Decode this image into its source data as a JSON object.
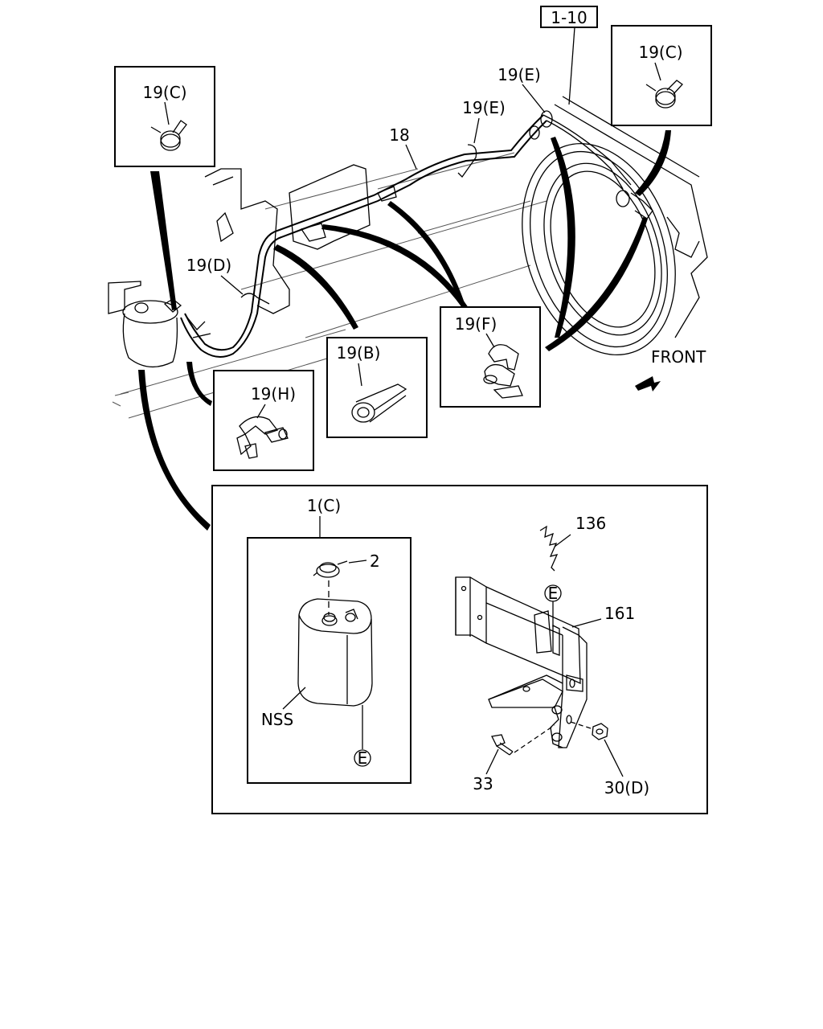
{
  "reference_box": "1-10",
  "front_label": "FRONT",
  "callouts": {
    "clip_c_left": "19(C)",
    "clip_c_right": "19(C)",
    "clip_e_upper": "19(E)",
    "clip_e_lower": "19(E)",
    "hose": "18",
    "clip_d": "19(D)",
    "clip_f": "19(F)",
    "clip_b": "19(B)",
    "clip_h": "19(H)",
    "tank": "1(C)",
    "cap": "2",
    "harness": "136",
    "bracket": "161",
    "nss": "NSS",
    "bolt": "33",
    "nut": "30(D)",
    "ref_e_tank": "E",
    "ref_e_bracket": "E"
  }
}
